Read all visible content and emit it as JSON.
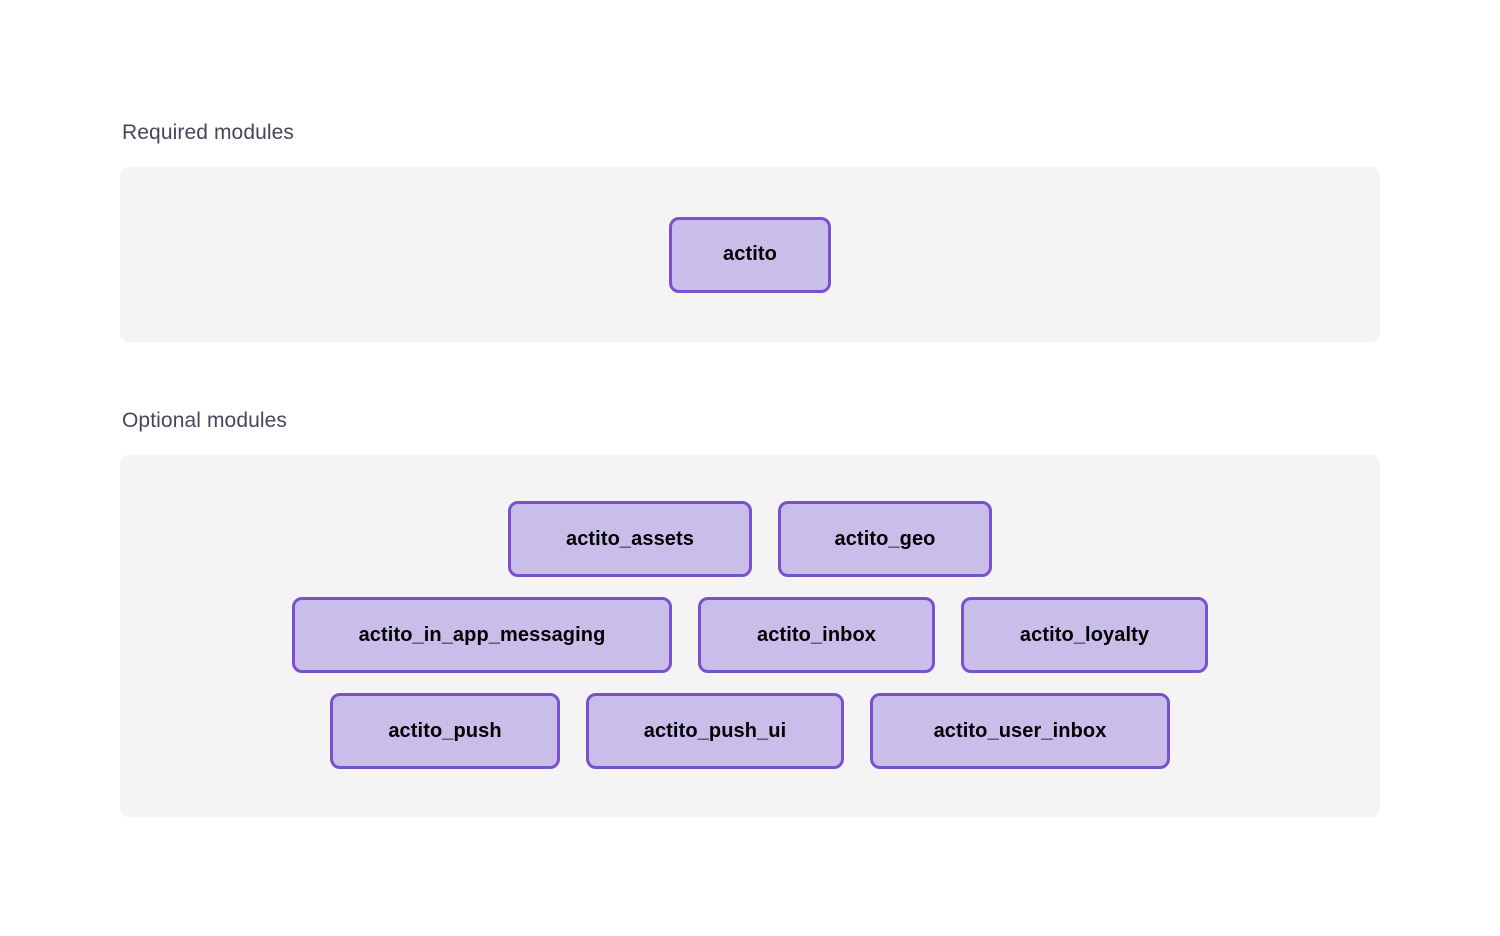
{
  "theme": {
    "page_background": "#ffffff",
    "panel_background": "#f4f4f4",
    "node_fill": "#c9bdea",
    "node_border": "#7b50d0",
    "node_text": "#000000",
    "label_text": "#4a4458"
  },
  "sections": {
    "required": {
      "label": "Required modules",
      "modules": [
        {
          "name": "actito"
        }
      ]
    },
    "optional": {
      "label": "Optional modules",
      "rows": [
        {
          "modules": [
            {
              "name": "actito_assets"
            },
            {
              "name": "actito_geo"
            }
          ]
        },
        {
          "modules": [
            {
              "name": "actito_in_app_messaging"
            },
            {
              "name": "actito_inbox"
            },
            {
              "name": "actito_loyalty"
            }
          ]
        },
        {
          "modules": [
            {
              "name": "actito_push"
            },
            {
              "name": "actito_push_ui"
            },
            {
              "name": "actito_user_inbox"
            }
          ]
        }
      ]
    }
  }
}
